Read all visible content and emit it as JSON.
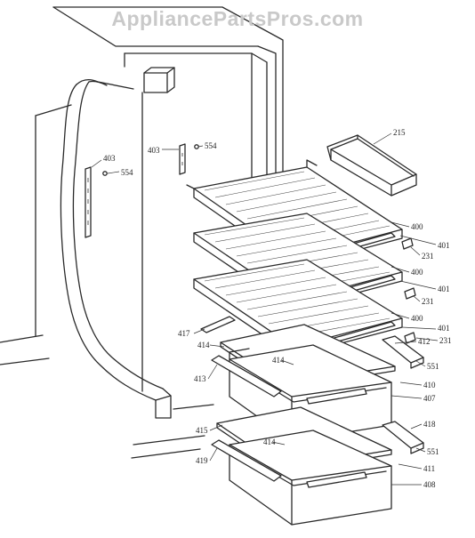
{
  "watermark": "AppliancePartsPros.com",
  "labels": {
    "p403a": "403",
    "p554a": "554",
    "p403b": "403",
    "p554b": "554",
    "p215": "215",
    "p400a": "400",
    "p401a": "401",
    "p231a": "231",
    "p400b": "400",
    "p401b": "401",
    "p231b": "231",
    "p400c": "400",
    "p401c": "401",
    "p417": "417",
    "p412": "412",
    "p231c": "231",
    "p414a": "414",
    "p414b": "414",
    "p551a": "551",
    "p413": "413",
    "p410": "410",
    "p407": "407",
    "p418": "418",
    "p415": "415",
    "p414c": "414",
    "p551b": "551",
    "p419": "419",
    "p411": "411",
    "p408": "408"
  }
}
